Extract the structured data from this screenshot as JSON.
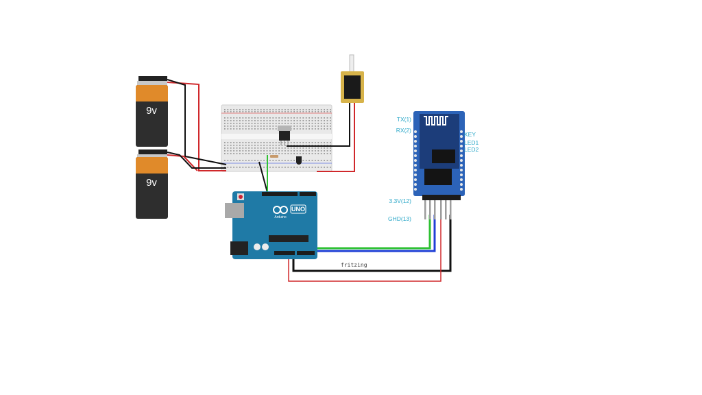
{
  "batteries": [
    {
      "label": "9v"
    },
    {
      "label": "9v"
    }
  ],
  "arduino": {
    "brand_text": "Arduino",
    "model_text": "UNO"
  },
  "bluetooth_module": {
    "pin_labels_left": [
      "TX(1)",
      "RX(2)",
      "3.3V(12)",
      "GHD(13)"
    ],
    "pin_labels_right": [
      "KEY",
      "LED1",
      "LED2"
    ]
  },
  "watermark": "fritzing",
  "colors": {
    "red_wire": "#d0282b",
    "black_wire": "#111111",
    "green_wire": "#2fc133",
    "blue_wire": "#1f3fd6",
    "label_cyan": "#2aa7c8",
    "arduino_blue": "#1f7aa6",
    "bt_blue": "#2c63b8"
  }
}
